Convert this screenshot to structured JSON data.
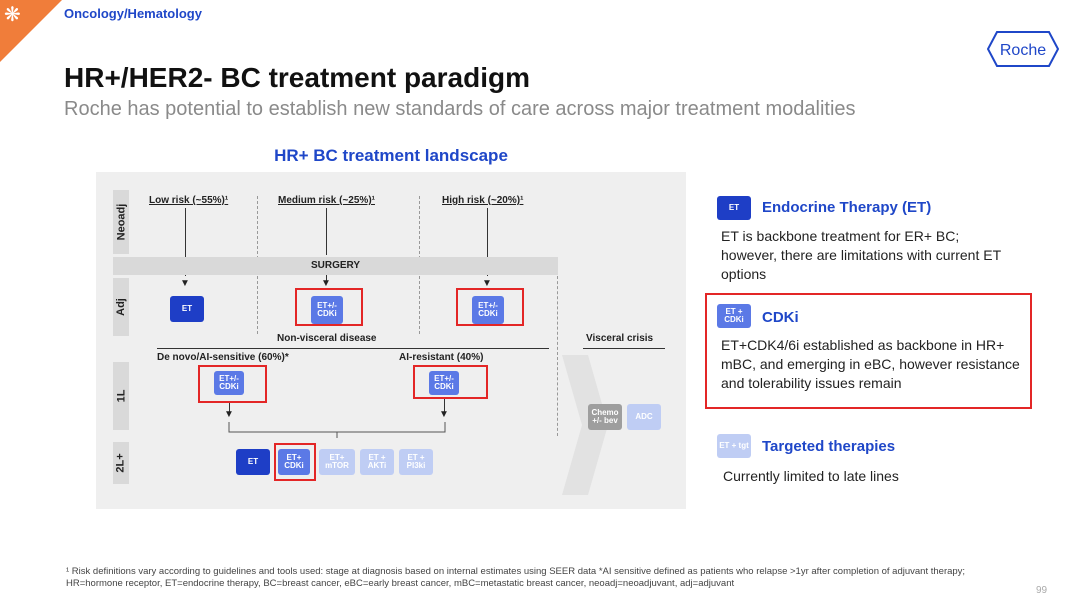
{
  "header": {
    "section": "Oncology/Hematology",
    "logo_text": "Roche",
    "title": "HR+/HER2- BC treatment paradigm",
    "subtitle": "Roche has potential to establish new standards of care across major treatment modalities"
  },
  "diagram": {
    "title": "HR+ BC treatment landscape",
    "rows": [
      "Neoadj",
      "Adj",
      "1L",
      "2L+"
    ],
    "risk_groups": [
      "Low risk (~55%)¹",
      "Medium risk (~25%)¹",
      "High risk (~20%)¹"
    ],
    "surgery": "SURGERY",
    "adj": {
      "low": "ET",
      "medium": "ET+/- CDKi",
      "high": "ET+/- CDKi"
    },
    "non_visceral": "Non-visceral disease",
    "visceral": "Visceral crisis",
    "de_novo": "De novo/AI-sensitive (60%)*",
    "ai_resistant": "AI-resistant (40%)",
    "first_line": {
      "left": "ET+/- CDKi",
      "right": "ET+/- CDKi",
      "chemo": "Chemo +/- bev",
      "adc": "ADC"
    },
    "second_line": [
      "ET",
      "ET+ CDKi",
      "ET+ mTOR",
      "ET + AKTi",
      "ET + PI3ki"
    ]
  },
  "legend": [
    {
      "chip": "ET",
      "title": "Endocrine Therapy (ET)",
      "text": "ET is backbone treatment for ER+ BC; however, there are limitations with current ET options"
    },
    {
      "chip": "ET + CDKi",
      "title": "CDKi",
      "text": "ET+CDK4/6i established as backbone in HR+ mBC, and emerging in eBC, however resistance and tolerability issues remain"
    },
    {
      "chip": "ET + tgt",
      "title": "Targeted therapies",
      "text": "Currently limited to late lines"
    }
  ],
  "footnote": "¹ Risk definitions vary according to guidelines and tools used: stage at diagnosis based on internal estimates using SEER data *AI sensitive defined as patients who relapse >1yr after completion of adjuvant therapy; HR=hormone receptor, ET=endocrine therapy, BC=breast cancer, eBC=early breast cancer, mBC=metastatic breast cancer, neoadj=neoadjuvant, adj=adjuvant",
  "page_number": "99",
  "colors": {
    "accent": "#1f47c8",
    "orange": "#f07d3a",
    "dark_chip": "#1e3ec6",
    "mid_chip": "#5b79e6",
    "light_chip": "#bfcdf4",
    "highlight": "#e32626"
  }
}
